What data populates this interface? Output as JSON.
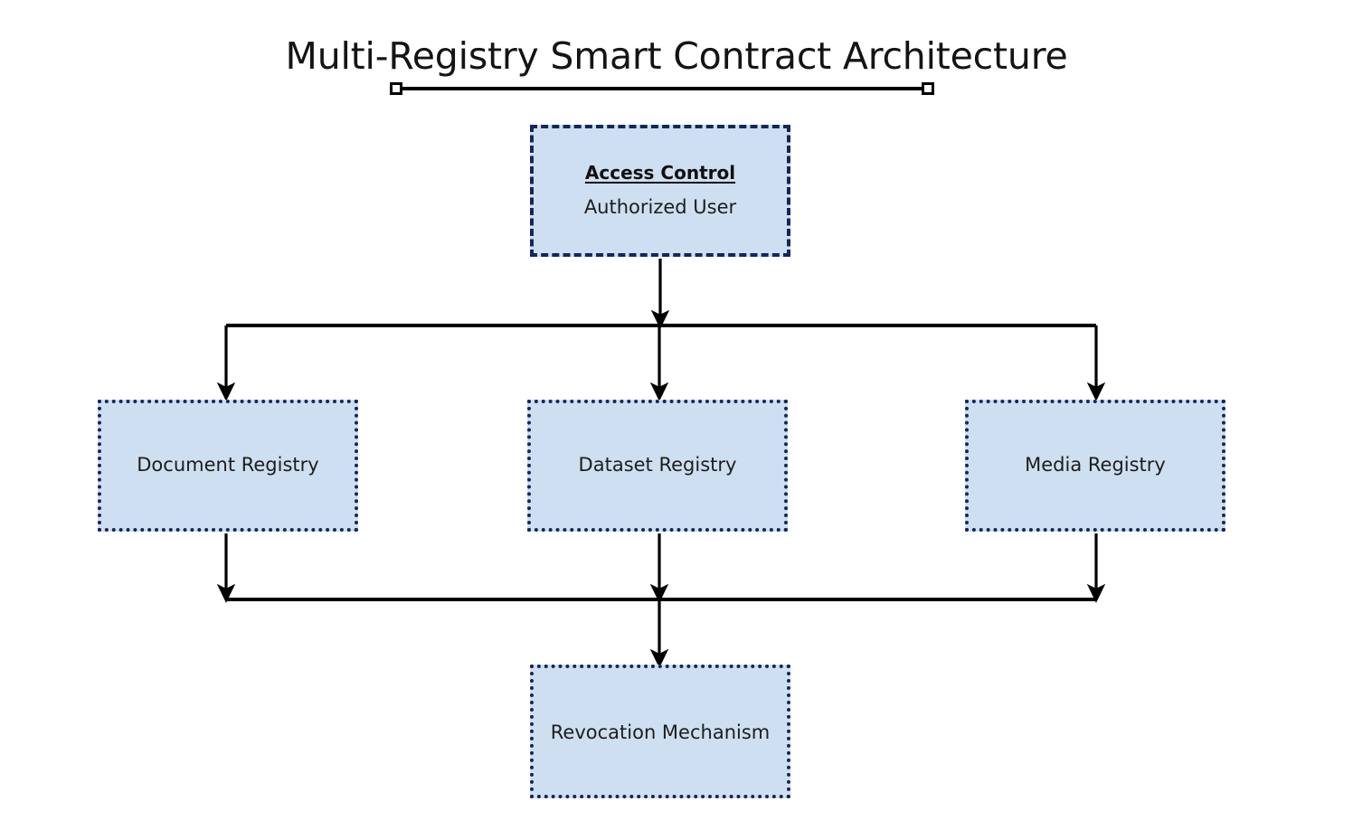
{
  "title": "Multi-Registry Smart Contract Architecture",
  "colors": {
    "background": "#ffffff",
    "node_fill": "#cfdff2",
    "node_border": "#14275c",
    "connector": "#000000",
    "title_text": "#141414",
    "node_text": "#1d1d1d"
  },
  "nodes": {
    "access_control": {
      "title": "Access Control",
      "subtitle": "Authorized User",
      "border_style": "dashed"
    },
    "document_registry": {
      "label": "Document Registry",
      "border_style": "dotted"
    },
    "dataset_registry": {
      "label": "Dataset Registry",
      "border_style": "dotted"
    },
    "media_registry": {
      "label": "Media Registry",
      "border_style": "dotted"
    },
    "revocation_mechanism": {
      "label": "Revocation Mechanism",
      "border_style": "dotted"
    }
  },
  "connectors": [
    {
      "name": "access-control-to-fanout-bus",
      "from": "access_control",
      "to": "fan-out-bus"
    },
    {
      "name": "fanout-bus-to-document-registry",
      "from": "fan-out-bus",
      "to": "document_registry"
    },
    {
      "name": "fanout-bus-to-dataset-registry",
      "from": "fan-out-bus",
      "to": "dataset_registry"
    },
    {
      "name": "fanout-bus-to-media-registry",
      "from": "fan-out-bus",
      "to": "media_registry"
    },
    {
      "name": "document-registry-to-fanin-bus",
      "from": "document_registry",
      "to": "fan-in-bus"
    },
    {
      "name": "dataset-registry-to-fanin-bus",
      "from": "dataset_registry",
      "to": "fan-in-bus"
    },
    {
      "name": "media-registry-to-fanin-bus",
      "from": "media_registry",
      "to": "fan-in-bus"
    },
    {
      "name": "fanin-bus-to-revocation-mechanism",
      "from": "fan-in-bus",
      "to": "revocation_mechanism"
    }
  ],
  "title_underline": {
    "left_handle": "square-handle",
    "right_handle": "square-handle"
  }
}
